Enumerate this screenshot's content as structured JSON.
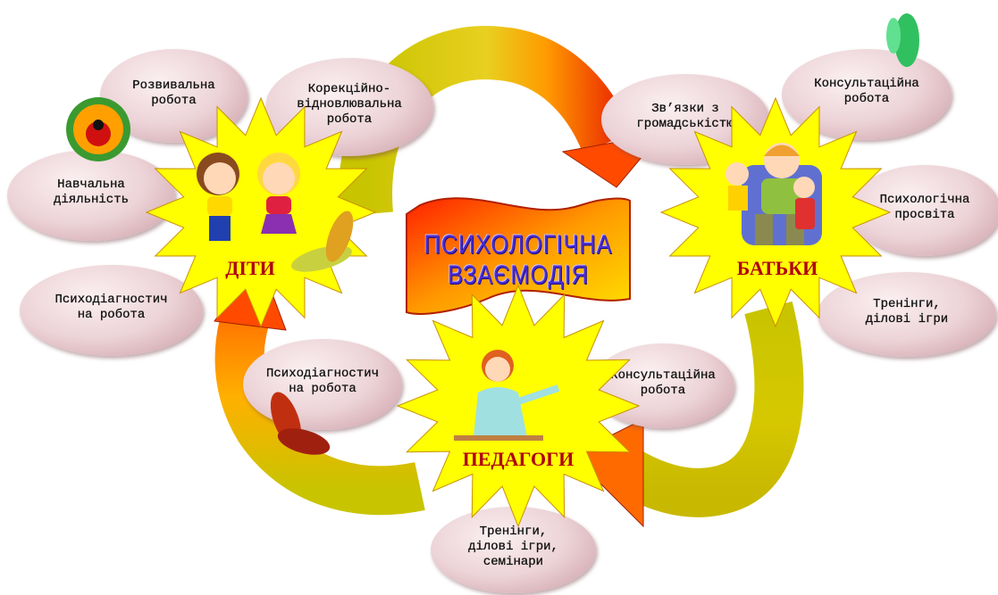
{
  "title": "ПСИХОЛОГІЧНА ВЗАЄМОДІЯ",
  "title_lines": [
    "ПСИХОЛОГІЧНА",
    "ВЗАЄМОДІЯ"
  ],
  "groups": {
    "children": {
      "label": "ДІТИ",
      "items": [
        "Розвивальна\nробота",
        "Корекційно-\nвідновлювальна\nробота",
        "Навчальна\nдіяльність",
        "Психодіагностич\nна робота"
      ]
    },
    "parents": {
      "label": "БАТЬКИ",
      "items": [
        "Зв’язки з\nгромадськістю",
        "Консультаційна\nробота",
        "Психологічна\nпросвіта",
        "Тренінги,\nділові ігри"
      ]
    },
    "teachers": {
      "label": "ПЕДАГОГИ",
      "items": [
        "Психодіагностич\nна робота",
        "Консультаційна\nробота",
        "Тренінги,\nділові ігри,\nсемінари"
      ]
    }
  },
  "colors": {
    "star": "#ffff00",
    "label": "#b00010",
    "title": "#4a2cd0",
    "oval": "#ecd3d7"
  }
}
